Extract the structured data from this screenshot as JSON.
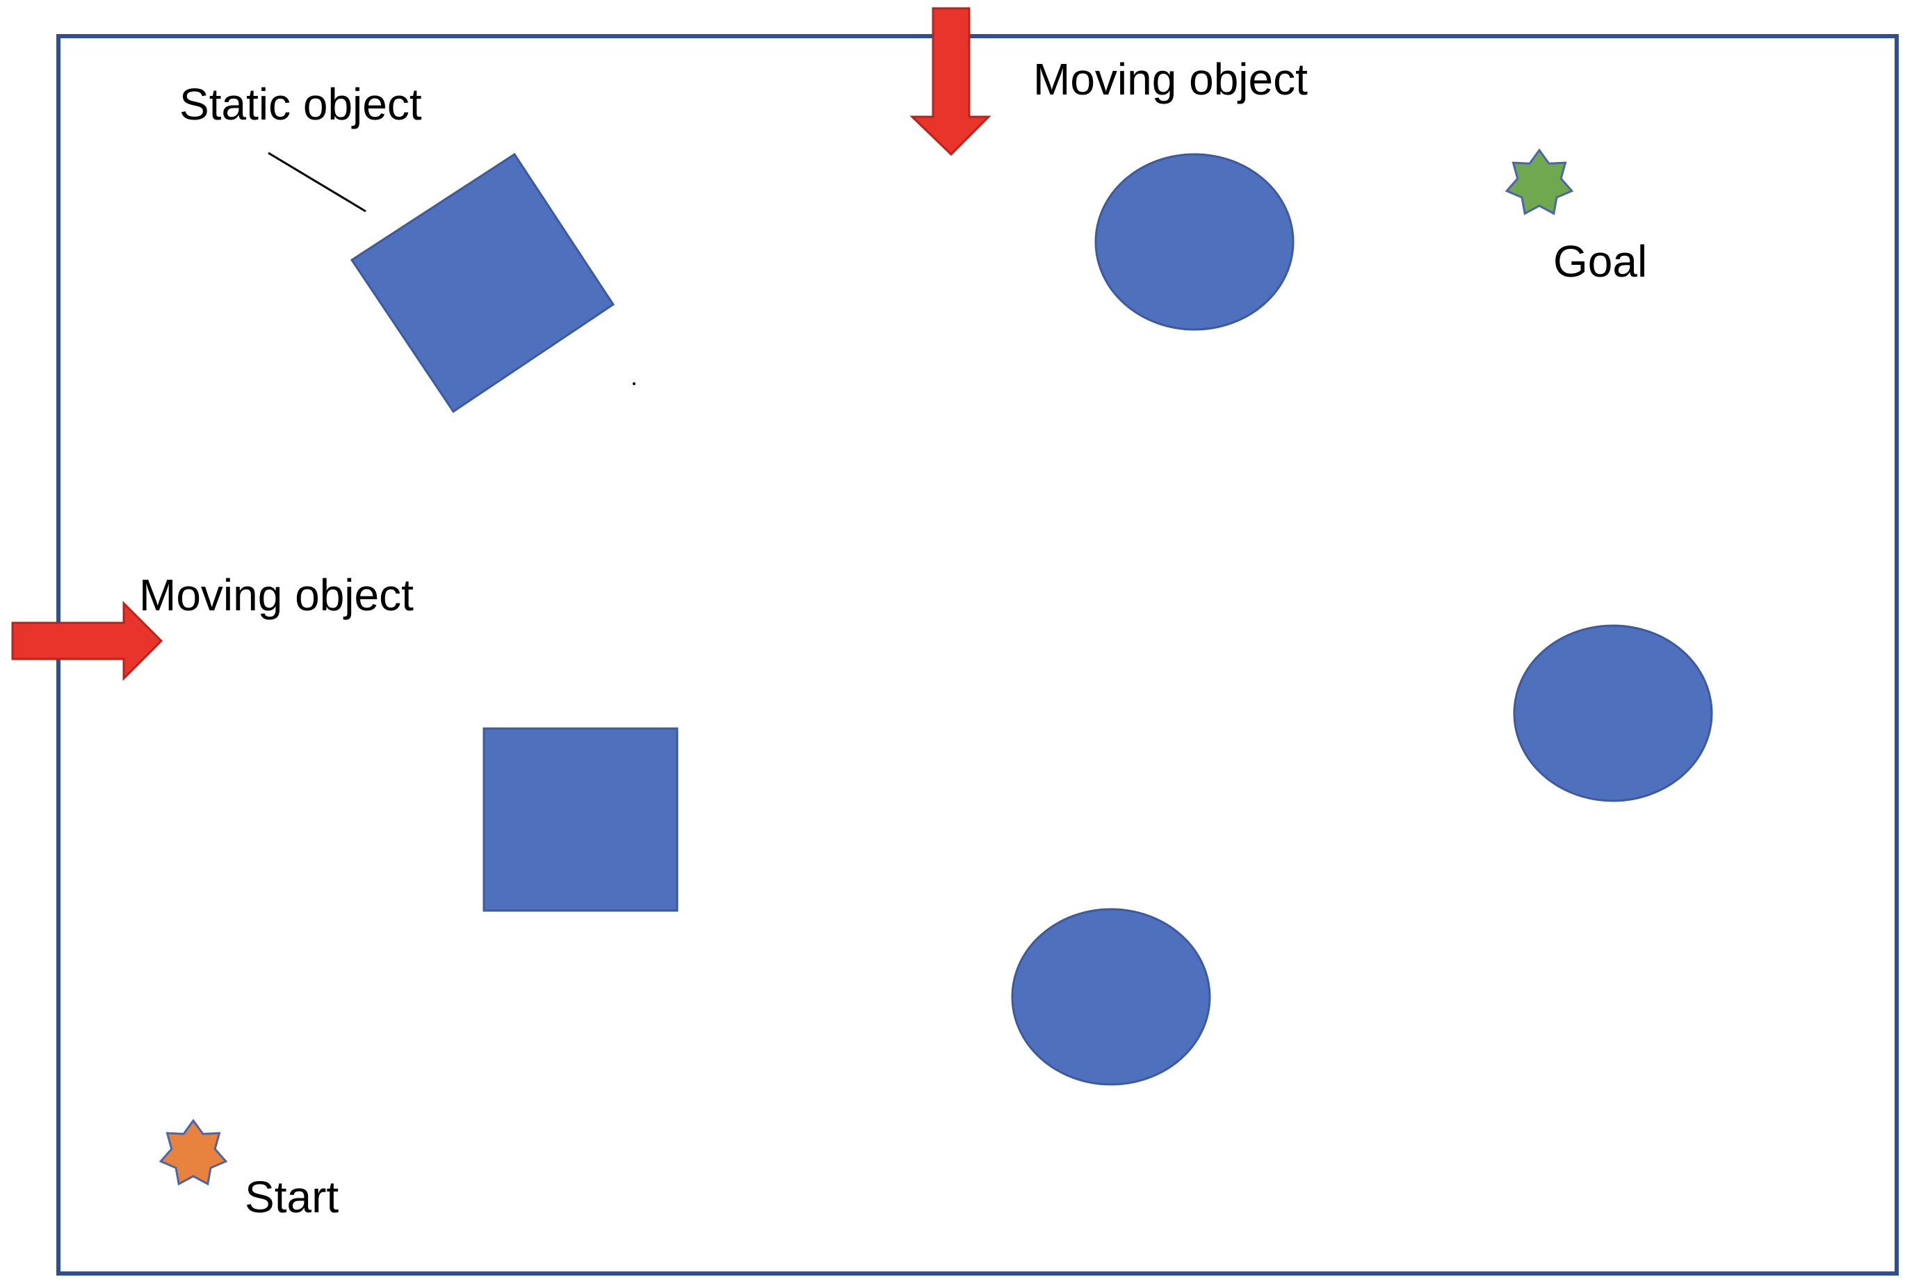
{
  "labels": {
    "static_object": "Static object",
    "moving_object_top": "Moving object",
    "moving_object_left": "Moving object",
    "goal": "Goal",
    "start": "Start"
  },
  "colors": {
    "border": "#2F4F8F",
    "obstacle": "#4F70BD",
    "obstacle_outline": "#3D5A9E",
    "arrow": "#E8342A",
    "arrow_outline": "#B8241C",
    "goal_star": "#70A84F",
    "start_star": "#E8823F",
    "star_outline": "#4A66A8",
    "leader_line": "#000000"
  },
  "icons": {
    "goal": "seven-point-star-icon",
    "start": "seven-point-star-icon",
    "moving_object": "arrow-icon"
  }
}
